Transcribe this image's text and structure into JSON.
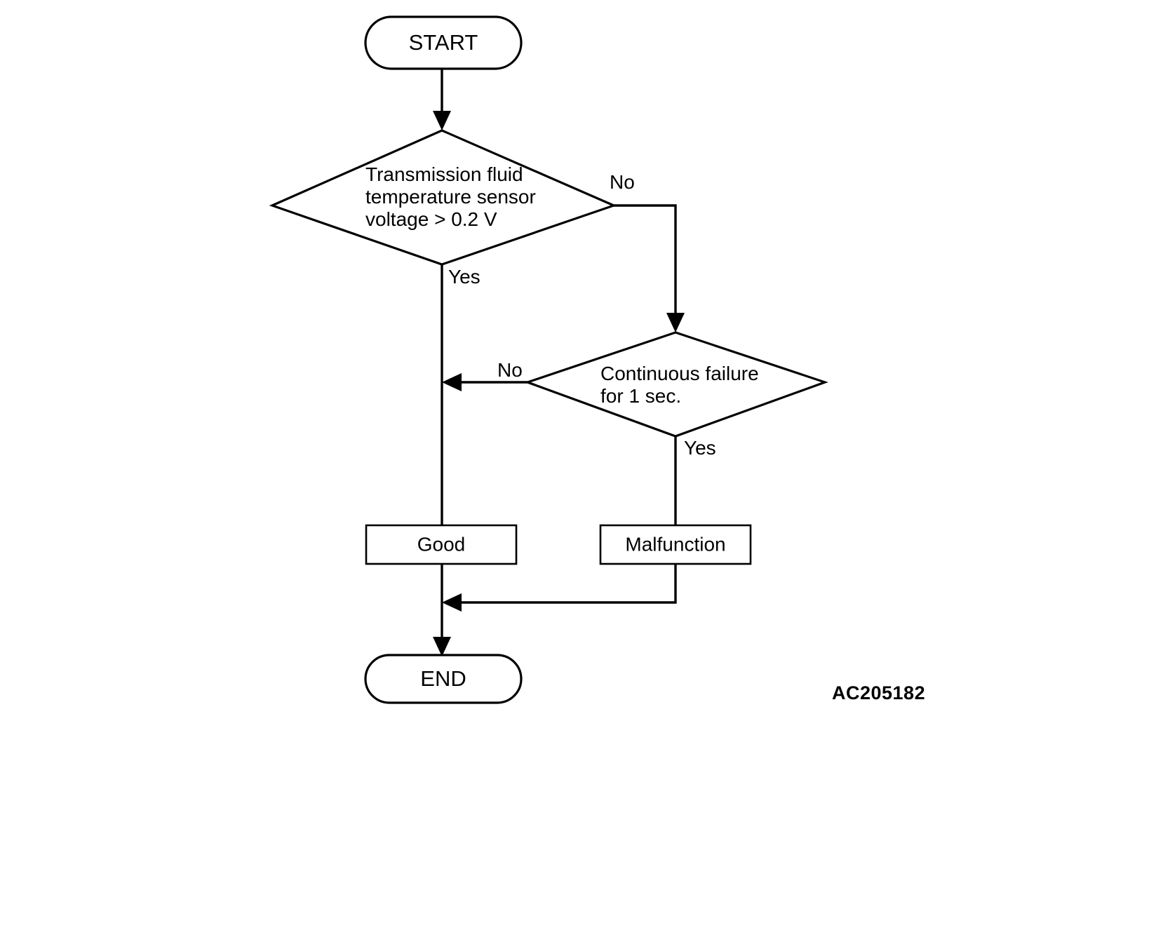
{
  "diagram": {
    "title_code": "AC205182",
    "nodes": {
      "start": {
        "label": "START",
        "type": "terminal"
      },
      "decision1": {
        "type": "decision",
        "lines": [
          "Transmission fluid",
          "temperature sensor",
          "voltage > 0.2 V"
        ]
      },
      "decision2": {
        "type": "decision",
        "lines": [
          "Continuous failure",
          "for 1 sec."
        ]
      },
      "good": {
        "label": "Good",
        "type": "process"
      },
      "malfunction": {
        "label": "Malfunction",
        "type": "process"
      },
      "end": {
        "label": "END",
        "type": "terminal"
      }
    },
    "branch_labels": {
      "d1_no": "No",
      "d1_yes": "Yes",
      "d2_no": "No",
      "d2_yes": "Yes"
    },
    "colors": {
      "stroke": "#000000",
      "fill": "#ffffff",
      "text": "#000000"
    }
  }
}
